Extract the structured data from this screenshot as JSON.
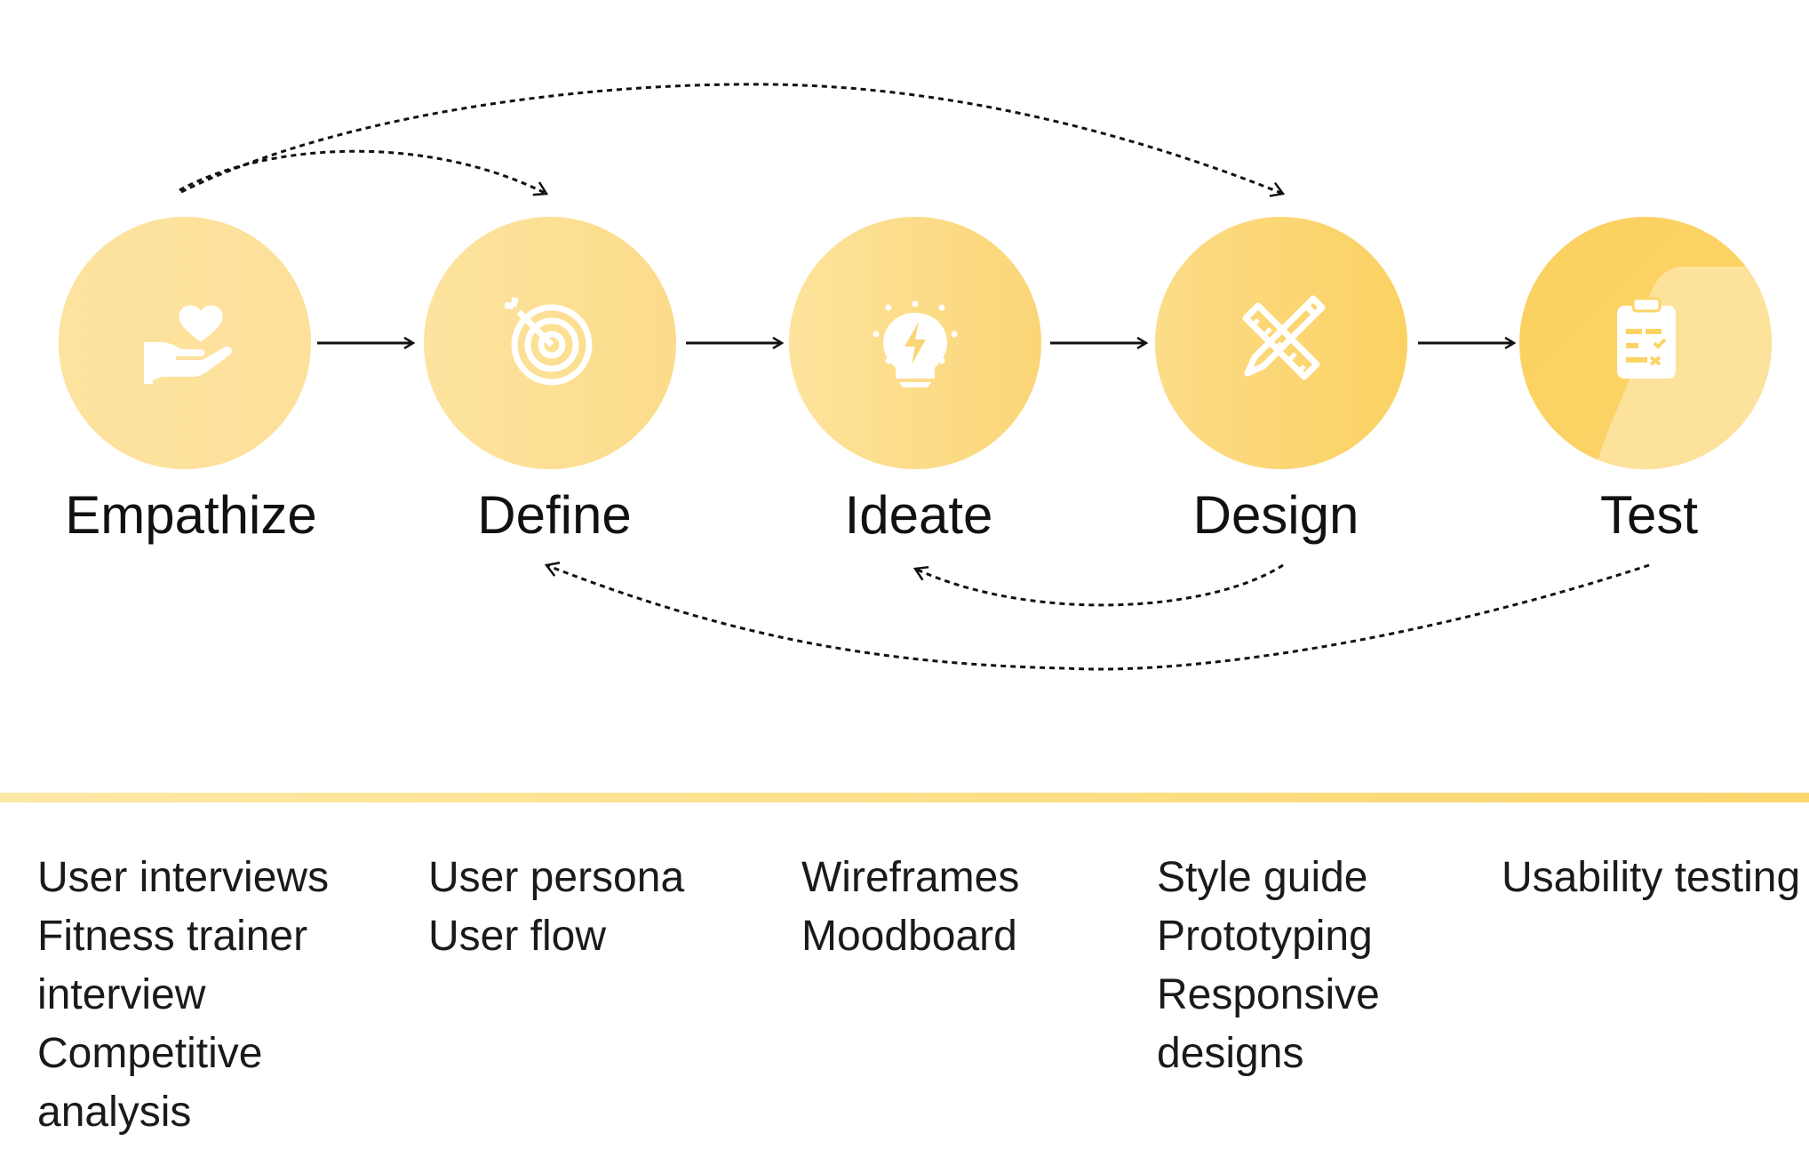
{
  "stages": [
    {
      "label": "Empathize",
      "icon": "heart-hand-icon"
    },
    {
      "label": "Define",
      "icon": "target-icon"
    },
    {
      "label": "Ideate",
      "icon": "lightbulb-icon"
    },
    {
      "label": "Design",
      "icon": "ruler-pencil-icon"
    },
    {
      "label": "Test",
      "icon": "clipboard-checklist-icon"
    }
  ],
  "activities": {
    "empathize": [
      "User interviews",
      "Fitness trainer",
      "interview",
      "Competitive",
      "analysis"
    ],
    "define": [
      "User persona",
      "User flow"
    ],
    "ideate": [
      "Wireframes",
      "Moodboard"
    ],
    "design": [
      "Style guide",
      "Prototyping",
      "Responsive",
      "designs"
    ],
    "test": [
      "Usability testing"
    ]
  },
  "colors": {
    "circle_light": "#fde29a",
    "circle_dark": "#fbd15f",
    "divider": "#fcd66e",
    "text": "#111111"
  }
}
